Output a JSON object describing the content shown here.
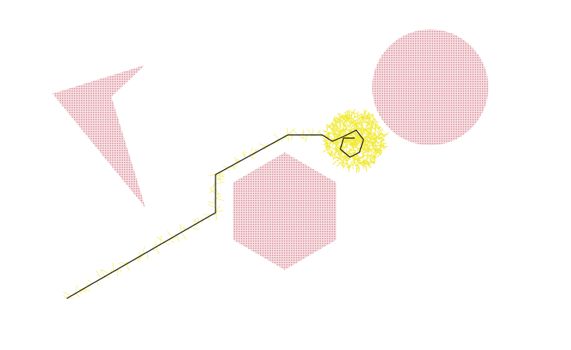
{
  "scene": {
    "obstacle_fill_color": "#e8a0a8",
    "obstacle_dot_color": "#d98a94",
    "path_color": "#111111",
    "tree_color": "#f2ea3a",
    "bristle_color": "#f6f07a",
    "obstacles": [
      {
        "kind": "triangle",
        "name": "triangle-obstacle"
      },
      {
        "kind": "hexagon",
        "name": "hexagon-obstacle"
      },
      {
        "kind": "circle",
        "name": "circle-obstacle"
      }
    ],
    "path_name": "planned-path"
  }
}
